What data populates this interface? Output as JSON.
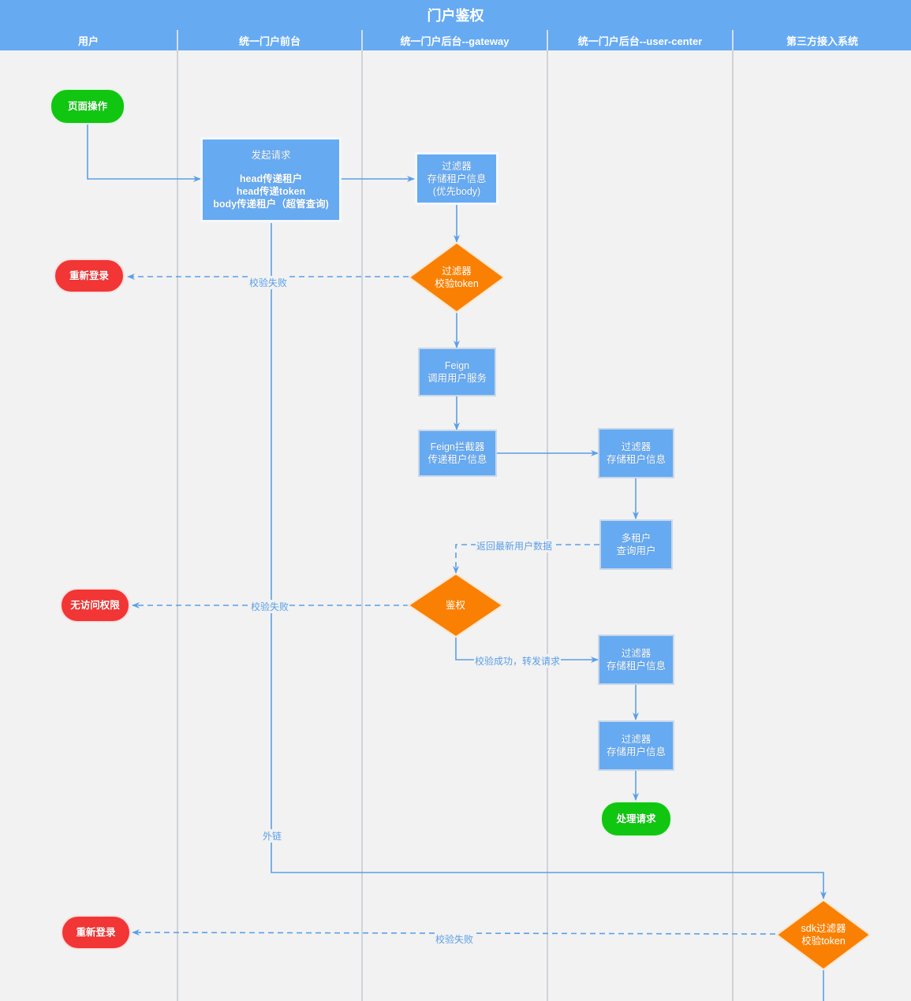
{
  "title": "门户鉴权",
  "lanes": [
    "用户",
    "统一门户前台",
    "统一门户后台--gateway",
    "统一门户后台--user-center",
    "第三方接入系统"
  ],
  "nodes": {
    "page_op": "页面操作",
    "request": [
      "发起请求",
      "",
      "head传递租户",
      "head传递token",
      "body传递租户（超管查询)"
    ],
    "gw_filter": [
      "过滤器",
      "存储租户信息",
      "(优先body)"
    ],
    "gw_token_check": [
      "过滤器",
      "校验token"
    ],
    "relogin_1": "重新登录",
    "feign_call": [
      "Feign",
      "调用用户服务"
    ],
    "feign_interceptor": [
      "Feign拦截器",
      "传递租户信息"
    ],
    "uc_filter_1": [
      "过滤器",
      "存储租户信息"
    ],
    "multi_tenant": [
      "多租户",
      "查询用户"
    ],
    "auth": "鉴权",
    "no_access": "无访问权限",
    "uc_filter_2": [
      "过滤器",
      "存储租户信息"
    ],
    "uc_filter_3": [
      "过滤器",
      "存储用户信息"
    ],
    "handle": "处理请求",
    "sdk_check": [
      "sdk过滤器",
      "校验token"
    ],
    "relogin_2": "重新登录"
  },
  "edge_labels": {
    "verify_fail_1": "校验失败",
    "return_user": "返回最新用户数据",
    "verify_fail_2": "校验失败",
    "verify_ok": "校验成功，转发请求",
    "external": "外链",
    "verify_fail_3": "校验失败"
  },
  "colors": {
    "header": "#66aaf2",
    "process": "#66aaf2",
    "start": "#11c611",
    "end": "#f23535",
    "decision": "#f98003",
    "edge": "#5b9fe6",
    "lane_bg": "#f2f2f3"
  }
}
